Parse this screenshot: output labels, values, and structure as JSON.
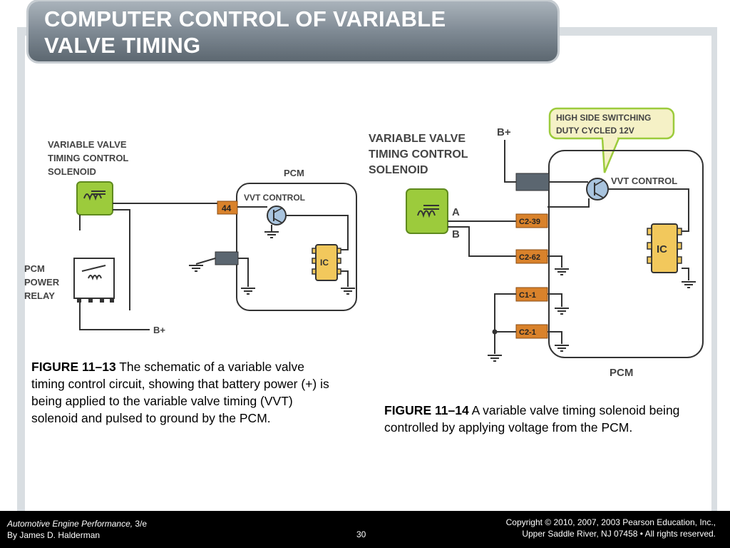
{
  "title": {
    "line1": "COMPUTER CONTROL OF VARIABLE",
    "line2": "VALVE TIMING"
  },
  "fig13": {
    "solenoid_label": [
      "VARIABLE VALVE",
      "TIMING CONTROL",
      "SOLENOID"
    ],
    "pcm_label": "PCM",
    "vvt_label": "VVT CONTROL",
    "pin": "44",
    "ic": "IC",
    "relay_label": [
      "PCM",
      "POWER",
      "RELAY"
    ],
    "bplus": "B+"
  },
  "fig14": {
    "solenoid_label": [
      "VARIABLE VALVE",
      "TIMING CONTROL",
      "SOLENOID"
    ],
    "bplus": "B+",
    "callout": [
      "HIGH SIDE SWITCHING",
      "DUTY CYCLED 12V"
    ],
    "vvt_label": "VVT CONTROL",
    "ic": "IC",
    "pin_a": "A",
    "pin_b": "B",
    "pins": [
      "C2-39",
      "C2-62",
      "C1-1",
      "C2-1"
    ],
    "pcm_label": "PCM"
  },
  "caption13": {
    "figure": "FIGURE 11–13",
    "text": " The schematic of a variable valve timing control circuit, showing that battery power (+) is being applied to the variable valve timing (VVT) solenoid and pulsed to ground by the PCM."
  },
  "caption14": {
    "figure": "FIGURE 11–14",
    "text": " A variable valve timing solenoid being controlled by applying voltage from the PCM."
  },
  "footer": {
    "book": "Automotive Engine Performance,",
    "edition": " 3/e",
    "author": "By James D. Halderman",
    "page": "30",
    "copyright1": "Copyright © 2010, 2007, 2003 Pearson Education, Inc.,",
    "copyright2": "Upper Saddle River, NJ 07458 • All rights reserved."
  },
  "colors": {
    "solenoid": "#9ccb3c",
    "pin": "#d9822b",
    "ic": "#f2c85c",
    "connector": "#5b6670",
    "transistor": "#a9c4de"
  }
}
